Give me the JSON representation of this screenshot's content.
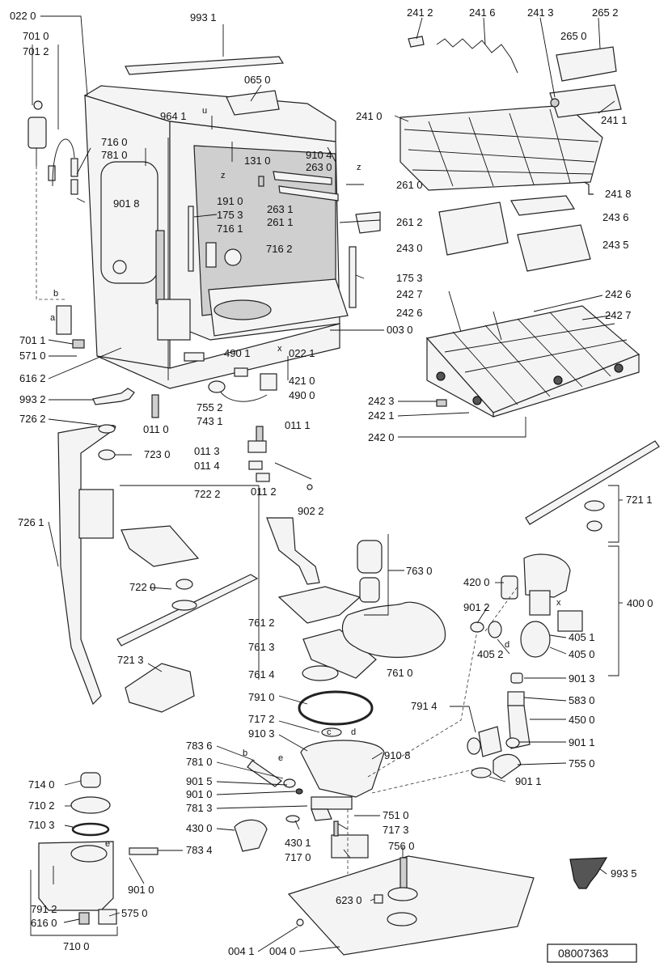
{
  "diagram_id": "08007363",
  "labels": [
    {
      "id": "l1",
      "text": "022 0"
    },
    {
      "id": "l2",
      "text": "993 1"
    },
    {
      "id": "l3",
      "text": "241 2"
    },
    {
      "id": "l4",
      "text": "241 6"
    },
    {
      "id": "l5",
      "text": "241 3"
    },
    {
      "id": "l6",
      "text": "265 2"
    },
    {
      "id": "l7",
      "text": "701 0"
    },
    {
      "id": "l8",
      "text": "265 0"
    },
    {
      "id": "l9",
      "text": "701 2"
    },
    {
      "id": "l10",
      "text": "065 0"
    },
    {
      "id": "l11",
      "text": "964 1"
    },
    {
      "id": "l12",
      "text": "241 0"
    },
    {
      "id": "l13",
      "text": "241 1"
    },
    {
      "id": "l14",
      "text": "716 0"
    },
    {
      "id": "l15",
      "text": "781 0"
    },
    {
      "id": "l16",
      "text": "131 0"
    },
    {
      "id": "l17",
      "text": "910 4"
    },
    {
      "id": "l18",
      "text": "263 0"
    },
    {
      "id": "l19",
      "text": "261 0"
    },
    {
      "id": "l20",
      "text": "191 0"
    },
    {
      "id": "l21",
      "text": "901 8"
    },
    {
      "id": "l22",
      "text": "175 3"
    },
    {
      "id": "l23",
      "text": "263 1"
    },
    {
      "id": "l24",
      "text": "261 1"
    },
    {
      "id": "l25",
      "text": "241 8"
    },
    {
      "id": "l26",
      "text": "261 2"
    },
    {
      "id": "l27",
      "text": "243 6"
    },
    {
      "id": "l28",
      "text": "716 1"
    },
    {
      "id": "l29",
      "text": "716 2"
    },
    {
      "id": "l30",
      "text": "243 0"
    },
    {
      "id": "l31",
      "text": "243 5"
    },
    {
      "id": "l32",
      "text": "175 3"
    },
    {
      "id": "l33",
      "text": "242 7"
    },
    {
      "id": "l34",
      "text": "242 6"
    },
    {
      "id": "l35",
      "text": "242 6"
    },
    {
      "id": "l36",
      "text": "242 7"
    },
    {
      "id": "l37",
      "text": "003 0"
    },
    {
      "id": "l38",
      "text": "701 1"
    },
    {
      "id": "l39",
      "text": "571 0"
    },
    {
      "id": "l40",
      "text": "022 1"
    },
    {
      "id": "l41",
      "text": "490 1"
    },
    {
      "id": "l42",
      "text": "616 2"
    },
    {
      "id": "l43",
      "text": "421 0"
    },
    {
      "id": "l44",
      "text": "490 0"
    },
    {
      "id": "l45",
      "text": "993 2"
    },
    {
      "id": "l46",
      "text": "755 2"
    },
    {
      "id": "l47",
      "text": "242 3"
    },
    {
      "id": "l48",
      "text": "011 0"
    },
    {
      "id": "l49",
      "text": "743 1"
    },
    {
      "id": "l50",
      "text": "242 1"
    },
    {
      "id": "l51",
      "text": "726 2"
    },
    {
      "id": "l52",
      "text": "011 1"
    },
    {
      "id": "l53",
      "text": "242 0"
    },
    {
      "id": "l54",
      "text": "723 0"
    },
    {
      "id": "l55",
      "text": "011 3"
    },
    {
      "id": "l56",
      "text": "011 4"
    },
    {
      "id": "l57",
      "text": "011 2"
    },
    {
      "id": "l58",
      "text": "722 2"
    },
    {
      "id": "l59",
      "text": "902 2"
    },
    {
      "id": "l60",
      "text": "721 1"
    },
    {
      "id": "l61",
      "text": "726 1"
    },
    {
      "id": "l62",
      "text": "763 0"
    },
    {
      "id": "l63",
      "text": "722 0"
    },
    {
      "id": "l64",
      "text": "420 0"
    },
    {
      "id": "l65",
      "text": "400 0"
    },
    {
      "id": "l66",
      "text": "901 2"
    },
    {
      "id": "l67",
      "text": "761 2"
    },
    {
      "id": "l68",
      "text": "405 1"
    },
    {
      "id": "l69",
      "text": "761 3"
    },
    {
      "id": "l70",
      "text": "405 2"
    },
    {
      "id": "l71",
      "text": "405 0"
    },
    {
      "id": "l72",
      "text": "721 3"
    },
    {
      "id": "l73",
      "text": "761 4"
    },
    {
      "id": "l74",
      "text": "761 0"
    },
    {
      "id": "l75",
      "text": "901 3"
    },
    {
      "id": "l76",
      "text": "791 0"
    },
    {
      "id": "l77",
      "text": "583 0"
    },
    {
      "id": "l78",
      "text": "717 2"
    },
    {
      "id": "l79",
      "text": "791 4"
    },
    {
      "id": "l80",
      "text": "450 0"
    },
    {
      "id": "l81",
      "text": "910 3"
    },
    {
      "id": "l82",
      "text": "901 1"
    },
    {
      "id": "l83",
      "text": "783 6"
    },
    {
      "id": "l84",
      "text": "910 8"
    },
    {
      "id": "l85",
      "text": "781 0"
    },
    {
      "id": "l86",
      "text": "755 0"
    },
    {
      "id": "l87",
      "text": "714 0"
    },
    {
      "id": "l88",
      "text": "901 5"
    },
    {
      "id": "l89",
      "text": "901 1"
    },
    {
      "id": "l90",
      "text": "901 0"
    },
    {
      "id": "l91",
      "text": "710 2"
    },
    {
      "id": "l92",
      "text": "781 3"
    },
    {
      "id": "l93",
      "text": "751 0"
    },
    {
      "id": "l94",
      "text": "710 3"
    },
    {
      "id": "l95",
      "text": "430 0"
    },
    {
      "id": "l96",
      "text": "430 1"
    },
    {
      "id": "l97",
      "text": "717 3"
    },
    {
      "id": "l98",
      "text": "783 4"
    },
    {
      "id": "l99",
      "text": "717 0"
    },
    {
      "id": "l100",
      "text": "756 0"
    },
    {
      "id": "l101",
      "text": "901 0"
    },
    {
      "id": "l102",
      "text": "993 5"
    },
    {
      "id": "l103",
      "text": "623 0"
    },
    {
      "id": "l104",
      "text": "791 2"
    },
    {
      "id": "l105",
      "text": "616 0"
    },
    {
      "id": "l106",
      "text": "575 0"
    },
    {
      "id": "l107",
      "text": "710 0"
    },
    {
      "id": "l108",
      "text": "004 1"
    },
    {
      "id": "l109",
      "text": "004 0"
    }
  ],
  "markers": [
    {
      "id": "m1",
      "text": "u"
    },
    {
      "id": "m2",
      "text": "z"
    },
    {
      "id": "m3",
      "text": "z"
    },
    {
      "id": "m4",
      "text": "b"
    },
    {
      "id": "m5",
      "text": "a"
    },
    {
      "id": "m6",
      "text": "x"
    },
    {
      "id": "m7",
      "text": "x"
    },
    {
      "id": "m8",
      "text": "d"
    },
    {
      "id": "m9",
      "text": "c"
    },
    {
      "id": "m10",
      "text": "d"
    },
    {
      "id": "m11",
      "text": "b"
    },
    {
      "id": "m12",
      "text": "e"
    },
    {
      "id": "m13",
      "text": "e"
    }
  ]
}
